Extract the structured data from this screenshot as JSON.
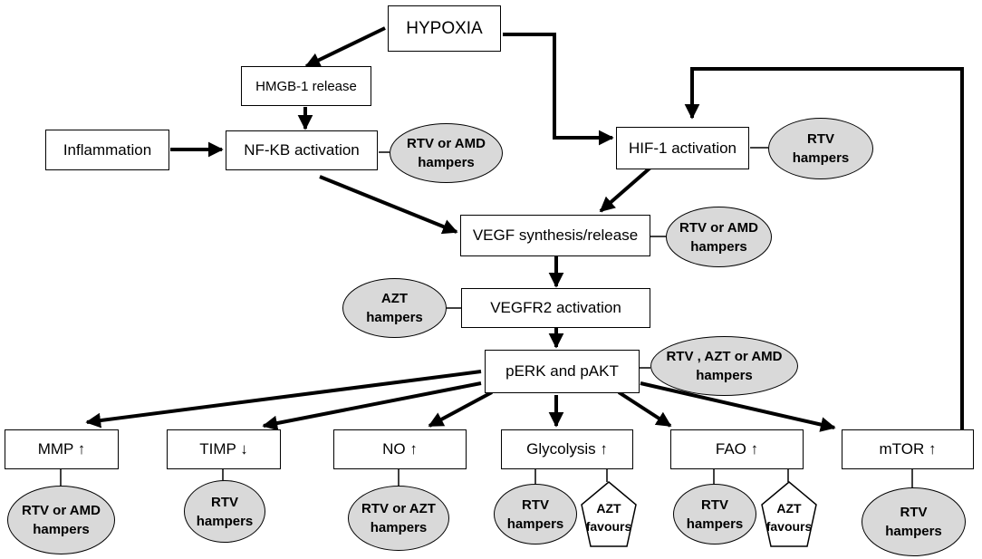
{
  "nodes": {
    "hypoxia": "HYPOXIA",
    "hmgb1": "HMGB-1 release",
    "inflammation": "Inflammation",
    "nfkb": "NF-KB activation",
    "hif1": "HIF-1 activation",
    "vegf": "VEGF synthesis/release",
    "vegfr2": "VEGFR2  activation",
    "perk": "pERK  and pAKT",
    "mmp": "MMP ↑",
    "timp": "TIMP ↓",
    "no": "NO ↑",
    "glycolysis": "Glycolysis ↑",
    "fao": "FAO ↑",
    "mtor": "mTOR ↑"
  },
  "modifiers": {
    "nfkb": "RTV or AMD\nhampers",
    "hif1": "RTV\nhampers",
    "vegf": "RTV or AMD\nhampers",
    "vegfr2": "AZT\nhampers",
    "perk": "RTV , AZT or AMD\nhampers",
    "mmp": "RTV or AMD\nhampers",
    "timp": "RTV\nhampers",
    "no": "RTV or AZT\nhampers",
    "glycolysis": "RTV\nhampers",
    "glycolysis_favour": "AZT\nfavours",
    "fao": "RTV\nhampers",
    "fao_favour": "AZT\nfavours",
    "mtor": "RTV\nhampers"
  },
  "colors": {
    "modifier_fill": "#d9d9d9",
    "stroke": "#000000",
    "node_fill": "#ffffff"
  }
}
